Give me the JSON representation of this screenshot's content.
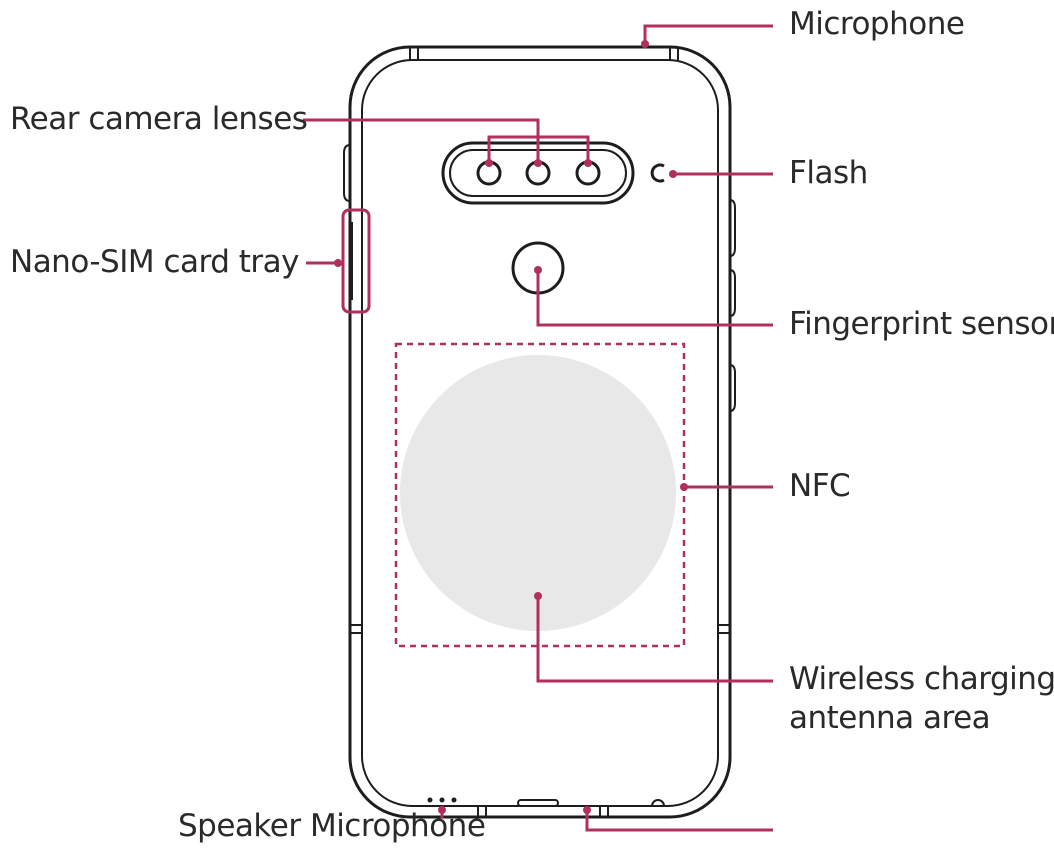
{
  "labels": {
    "microphone_top": "Microphone",
    "rear_camera_lenses": "Rear camera lenses",
    "flash": "Flash",
    "nano_sim_card_tray": "Nano-SIM card tray",
    "fingerprint_sensor": "Fingerprint sensor",
    "nfc": "NFC",
    "wireless_charging_line1": "Wireless charging",
    "wireless_charging_line2": "antenna area",
    "speaker_microphone": "Speaker Microphone"
  },
  "colors": {
    "leader": "#b0305a",
    "outline": "#1d1d1d",
    "charging_fill": "#e8e8e8",
    "text": "#2a2a2a"
  }
}
